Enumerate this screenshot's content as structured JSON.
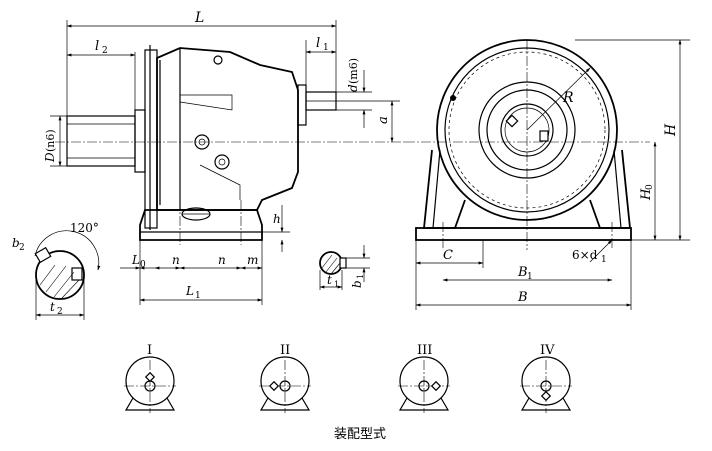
{
  "caption": "装配型式",
  "side_view_dims": {
    "L": "L",
    "l2": "l",
    "l2_sub": "2",
    "l1": "l",
    "l1_sub": "1",
    "d": "d",
    "d_fit": "(m6)",
    "a": "a",
    "D": "D",
    "D_fit": "(n6)",
    "h": "h",
    "L0": "L",
    "L0_sub": "0",
    "n1": "n",
    "n2": "n",
    "m": "m",
    "L1": "L",
    "L1_sub": "1"
  },
  "shaft_section": {
    "angle": "120°",
    "b2": "b",
    "b2_sub": "2",
    "t2": "t",
    "t2_sub": "2"
  },
  "key_section": {
    "t1": "t",
    "t1_sub": "1",
    "b1": "b",
    "b1_sub": "1"
  },
  "front_view_dims": {
    "R": "R",
    "H": "H",
    "H0": "H",
    "H0_sub": "0",
    "C": "C",
    "holes": "6×d",
    "holes_sub": "1",
    "B1": "B",
    "B1_sub": "1",
    "B": "B"
  },
  "assembly_types": [
    "I",
    "II",
    "III",
    "IV"
  ]
}
